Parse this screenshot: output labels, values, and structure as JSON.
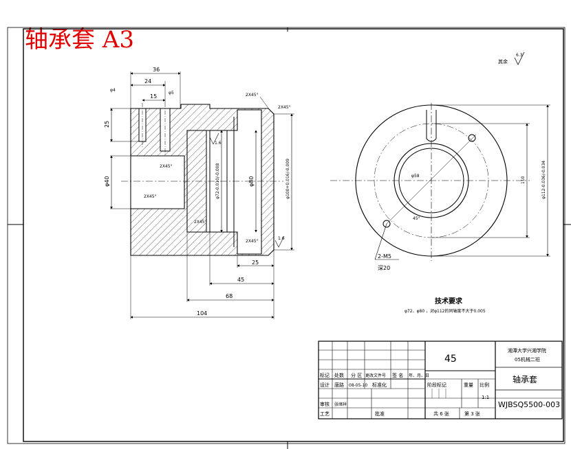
{
  "title_overlay": "轴承套 A3",
  "roughness_note": "其余",
  "roughness_value": "6.3",
  "front_view": {
    "dims_top": [
      "36",
      "24",
      "15"
    ],
    "dim_left_25": "25",
    "dim_left_40": "φ40",
    "dim_bore_72": "φ72-0.010/-0.008",
    "dim_bore_80": "φ80",
    "dim_outer_100": "φ100+0.016/-0.009",
    "dims_bottom": [
      "25",
      "45",
      "68",
      "104"
    ],
    "chamfers": [
      "2X45°",
      "2X45°",
      "2X45°",
      "2X45°",
      "2X45°",
      "2X45°"
    ],
    "roughness_marks": [
      "1.6",
      "1.6"
    ],
    "hole_note_left": "φ4",
    "hole_note_right": "φ5"
  },
  "side_view": {
    "dim_bore": "φ58",
    "dim_pcd": "110",
    "dim_outer": "φ112-0.036/-0.034",
    "angle": "45°",
    "hole_callout": "2-M5",
    "hole_depth": "深20"
  },
  "tech_req": {
    "heading": "技术要求",
    "text": "φ72、φ80 ，对φ112的同轴度不大于0.005"
  },
  "title_block": {
    "material": "45",
    "school": "湘潭大学兴湘学院",
    "class": "05机械二班",
    "part_name": "轴承套",
    "drawing_no": "WJBSQ5500-003",
    "scale": "1:1",
    "sheets_total": "共 6 张",
    "sheet_no": "第 3 张",
    "hdr_mark": "标记",
    "hdr_count": "处数",
    "hdr_zone": "分 区",
    "hdr_change_doc": "更改文件号",
    "hdr_sign": "签 名",
    "hdr_date": "年、月、日",
    "design_label": "设计",
    "designer": "唐路",
    "design_date": "08-05-10",
    "standardize": "标准化",
    "review_label": "审核",
    "reviewer": "张绪祥",
    "process_label": "工艺",
    "approve_label": "批准",
    "stage_label": "阶段标记",
    "weight_label": "重量",
    "ratio_label": "比例"
  }
}
